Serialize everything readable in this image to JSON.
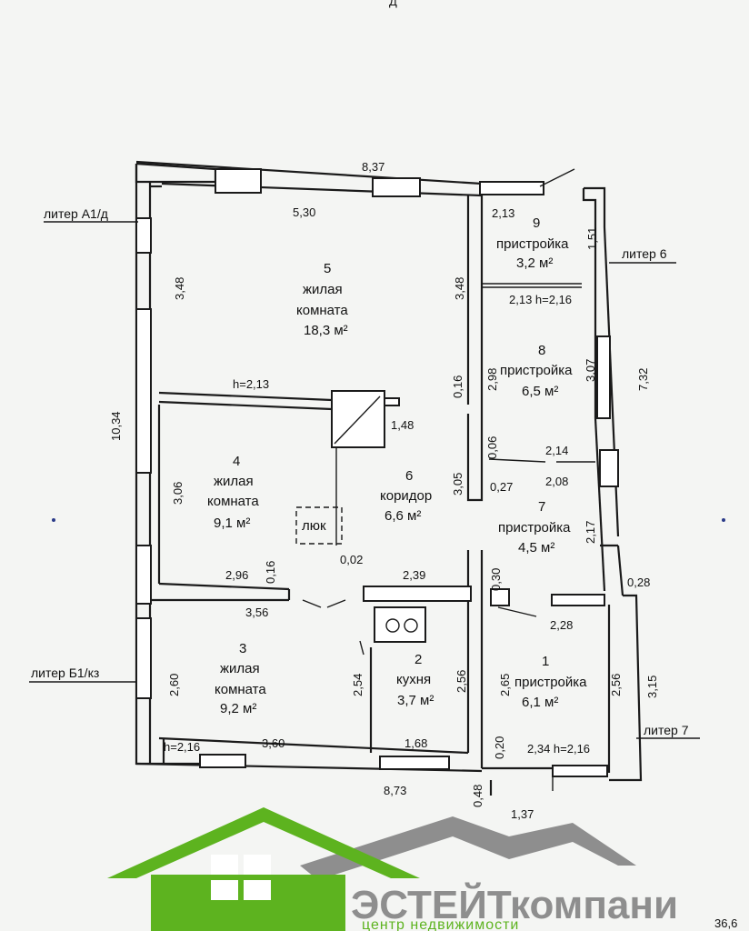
{
  "header_fragment": "Д",
  "rooms": [
    {
      "num": "1",
      "name": "пристройка",
      "area": "6,1 м²"
    },
    {
      "num": "2",
      "name": "кухня",
      "area": "3,7 м²"
    },
    {
      "num": "3",
      "name1": "жилая",
      "name2": "комната",
      "area": "9,2 м²"
    },
    {
      "num": "4",
      "name1": "жилая",
      "name2": "комната",
      "area": "9,1 м²"
    },
    {
      "num": "5",
      "name1": "жилая",
      "name2": "комната",
      "area": "18,3 м²"
    },
    {
      "num": "6",
      "name": "коридор",
      "area": "6,6 м²"
    },
    {
      "num": "7",
      "name": "пристройка",
      "area": "4,5 м²"
    },
    {
      "num": "8",
      "name": "пристройка",
      "area": "6,5 м²"
    },
    {
      "num": "9",
      "name": "пристройка",
      "area": "3,2 м²"
    }
  ],
  "hatch_label": "люк",
  "liter_labels": [
    "литер А1/д",
    "литер 6",
    "литер Б1/кз",
    "литер 7"
  ],
  "dims": {
    "top_total": "8,37",
    "bottom_total": "8,73",
    "left_total": "10,34",
    "right_total": "7,32",
    "r5_width": "5,30",
    "r5_height_left": "3,48",
    "r5_height_right": "3,48",
    "r5_h": "h=2,13",
    "stove_dim": "1,48",
    "r9_top": "2,13",
    "r9_height": "1,51",
    "r9_bottom": "2,13 h=2,16",
    "r8_left": "2,98",
    "r8_right": "3,07",
    "r6_step": "0,16",
    "r4_height": "3,06",
    "r6_height": "3,05",
    "wall_006": "0,06",
    "r7_top_right": "2,14",
    "r7_top_lower": "2,08",
    "r7_027": "0,27",
    "r7_right": "2,17",
    "r4_bottom": "2,96",
    "r4_016": "0,16",
    "corr_002": "0,02",
    "kitchen_top": "2,39",
    "kitchen_030": "0,30",
    "r1_028": "0,28",
    "r3_top": "3,56",
    "r1_top": "2,28",
    "r3_height": "2,60",
    "kitchen_left": "2,54",
    "kitchen_right": "2,56",
    "r1_left": "2,65",
    "r1_right": "2,56",
    "right_315": "3,15",
    "r3_h": "h=2,16",
    "r3_bottom": "3,60",
    "kitchen_bottom": "1,68",
    "r1_020": "0,20",
    "r1_bottom": "2,34 h=2,16",
    "bottom_048": "0,48",
    "bottom_137": "1,37",
    "corner_366": "36,6"
  },
  "logo": {
    "brand": "ЭСТЕЙТкомпани",
    "tagline": "центр недвижимости",
    "green": "#5db31f",
    "grey": "#8e8e8e"
  }
}
